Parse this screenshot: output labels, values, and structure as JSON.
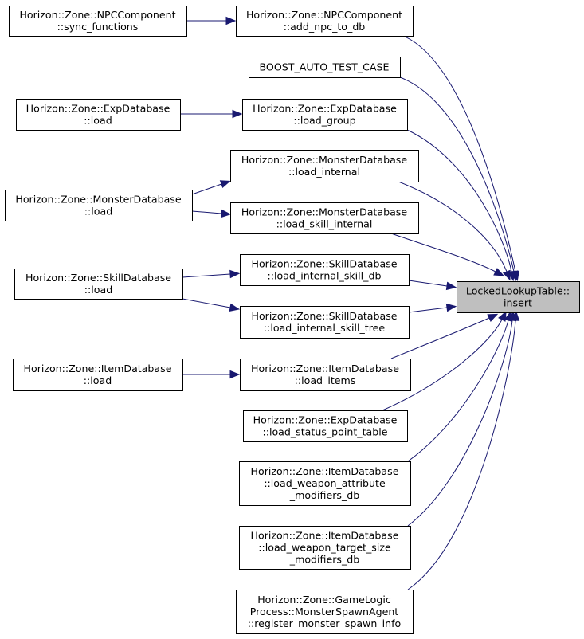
{
  "graph": {
    "type": "call-graph",
    "target": {
      "lines": [
        "LockedLookupTable::",
        "insert"
      ]
    },
    "nodes": [
      {
        "id": "sync_functions",
        "lines": [
          "Horizon::Zone::NPCComponent",
          "::sync_functions"
        ]
      },
      {
        "id": "add_npc_to_db",
        "lines": [
          "Horizon::Zone::NPCComponent",
          "::add_npc_to_db"
        ]
      },
      {
        "id": "boost_auto_test_case",
        "lines": [
          "BOOST_AUTO_TEST_CASE"
        ]
      },
      {
        "id": "expdb_load",
        "lines": [
          "Horizon::Zone::ExpDatabase",
          "::load"
        ]
      },
      {
        "id": "expdb_load_group",
        "lines": [
          "Horizon::Zone::ExpDatabase",
          "::load_group"
        ]
      },
      {
        "id": "monsterdb_load_internal",
        "lines": [
          "Horizon::Zone::MonsterDatabase",
          "::load_internal"
        ]
      },
      {
        "id": "monsterdb_load",
        "lines": [
          "Horizon::Zone::MonsterDatabase",
          "::load"
        ]
      },
      {
        "id": "monsterdb_load_skill_internal",
        "lines": [
          "Horizon::Zone::MonsterDatabase",
          "::load_skill_internal"
        ]
      },
      {
        "id": "skilldb_load",
        "lines": [
          "Horizon::Zone::SkillDatabase",
          "::load"
        ]
      },
      {
        "id": "skilldb_load_internal_skill_db",
        "lines": [
          "Horizon::Zone::SkillDatabase",
          "::load_internal_skill_db"
        ]
      },
      {
        "id": "skilldb_load_internal_skill_tree",
        "lines": [
          "Horizon::Zone::SkillDatabase",
          "::load_internal_skill_tree"
        ]
      },
      {
        "id": "itemdb_load",
        "lines": [
          "Horizon::Zone::ItemDatabase",
          "::load"
        ]
      },
      {
        "id": "itemdb_load_items",
        "lines": [
          "Horizon::Zone::ItemDatabase",
          "::load_items"
        ]
      },
      {
        "id": "expdb_load_status_point_table",
        "lines": [
          "Horizon::Zone::ExpDatabase",
          "::load_status_point_table"
        ]
      },
      {
        "id": "itemdb_load_weapon_attribute_modifiers_db",
        "lines": [
          "Horizon::Zone::ItemDatabase",
          "::load_weapon_attribute",
          "_modifiers_db"
        ]
      },
      {
        "id": "itemdb_load_weapon_target_size_modifiers_db",
        "lines": [
          "Horizon::Zone::ItemDatabase",
          "::load_weapon_target_size",
          "_modifiers_db"
        ]
      },
      {
        "id": "register_monster_spawn_info",
        "lines": [
          "Horizon::Zone::GameLogic",
          "Process::MonsterSpawnAgent",
          "::register_monster_spawn_info"
        ]
      }
    ],
    "edges": [
      {
        "from": "sync_functions",
        "to": "add_npc_to_db"
      },
      {
        "from": "add_npc_to_db",
        "to": "target"
      },
      {
        "from": "boost_auto_test_case",
        "to": "target"
      },
      {
        "from": "expdb_load",
        "to": "expdb_load_group"
      },
      {
        "from": "expdb_load_group",
        "to": "target"
      },
      {
        "from": "monsterdb_load",
        "to": "monsterdb_load_internal"
      },
      {
        "from": "monsterdb_load",
        "to": "monsterdb_load_skill_internal"
      },
      {
        "from": "monsterdb_load_internal",
        "to": "target"
      },
      {
        "from": "monsterdb_load_skill_internal",
        "to": "target"
      },
      {
        "from": "skilldb_load",
        "to": "skilldb_load_internal_skill_db"
      },
      {
        "from": "skilldb_load",
        "to": "skilldb_load_internal_skill_tree"
      },
      {
        "from": "skilldb_load_internal_skill_db",
        "to": "target"
      },
      {
        "from": "skilldb_load_internal_skill_tree",
        "to": "target"
      },
      {
        "from": "itemdb_load",
        "to": "itemdb_load_items"
      },
      {
        "from": "itemdb_load_items",
        "to": "target"
      },
      {
        "from": "expdb_load_status_point_table",
        "to": "target"
      },
      {
        "from": "itemdb_load_weapon_attribute_modifiers_db",
        "to": "target"
      },
      {
        "from": "itemdb_load_weapon_target_size_modifiers_db",
        "to": "target"
      },
      {
        "from": "register_monster_spawn_info",
        "to": "target"
      }
    ],
    "colors": {
      "edge": "#191970",
      "root_fill": "#bfbfbf",
      "node_fill": "#ffffff",
      "border": "#000000"
    }
  }
}
